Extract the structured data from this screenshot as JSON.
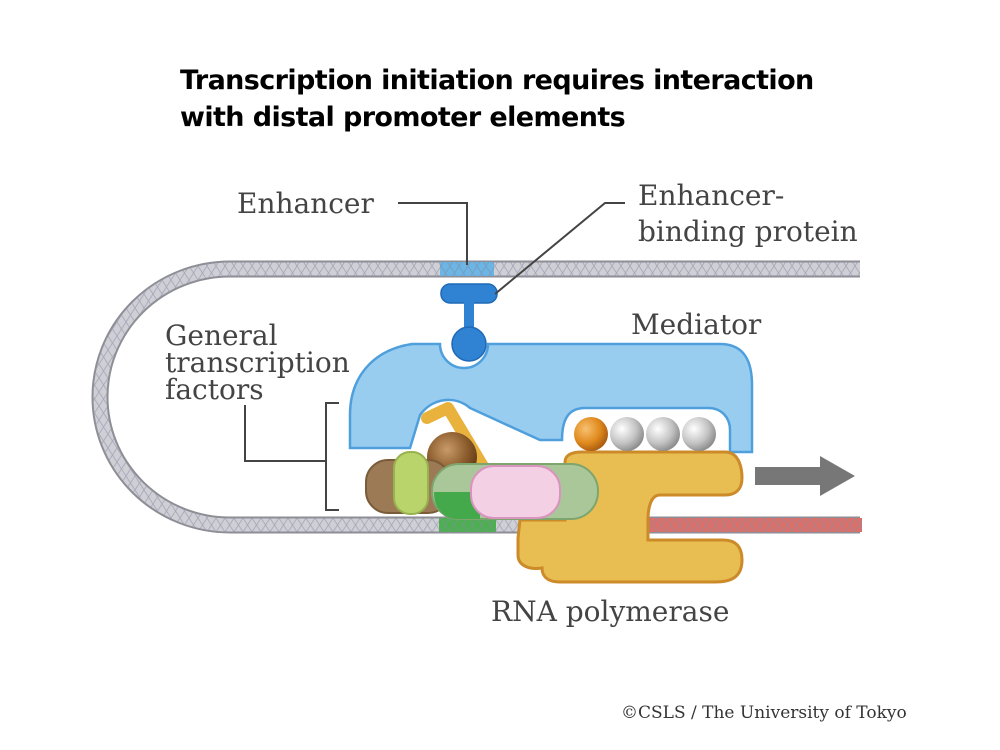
{
  "title": {
    "line1": "Transcription initiation requires interaction",
    "line2": "with distal promoter elements"
  },
  "labels": {
    "enhancer": "Enhancer",
    "enhancer_binding_protein_line1": "Enhancer-",
    "enhancer_binding_protein_line2": "binding protein",
    "mediator": "Mediator",
    "general_tf_line1": "General",
    "general_tf_line2": "transcription",
    "general_tf_line3": "factors",
    "rna_polymerase": "RNA polymerase"
  },
  "credit": "©CSLS / The University of Tokyo",
  "colors": {
    "dna": "#b4b4bc",
    "enhancer_region": "#5fb2e6",
    "promoter_region": "#4caf50",
    "transcribed_region": "#d9716a",
    "enhancer_binding_protein": "#2f83d2",
    "mediator": "#98cdf0",
    "rna_polymerase": "#e8bd52",
    "arrow": "#777777"
  }
}
